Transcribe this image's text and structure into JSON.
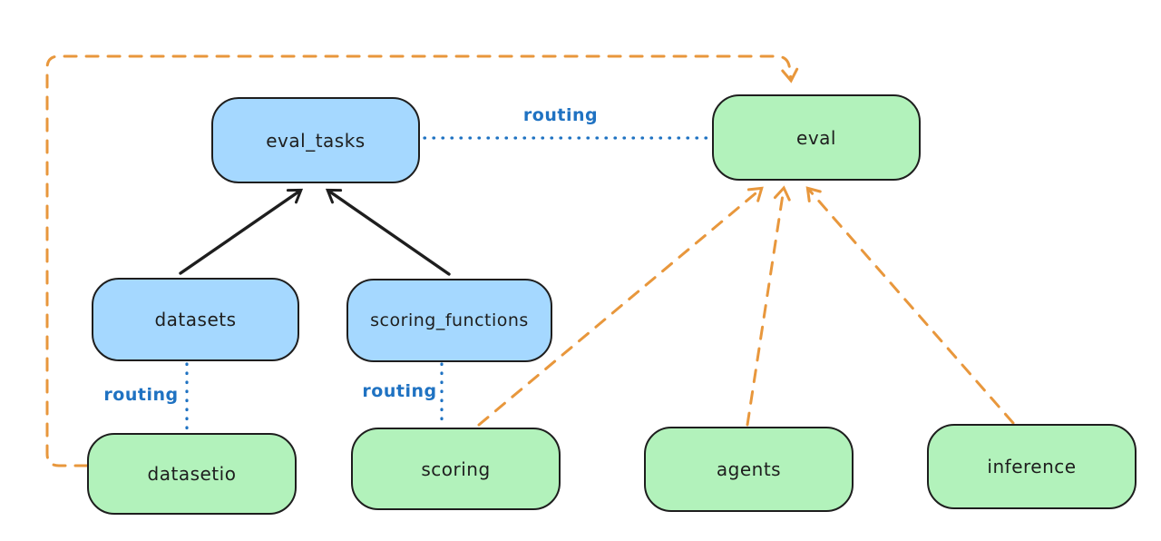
{
  "diagram": {
    "nodes": [
      {
        "id": "eval_tasks",
        "label": "eval_tasks",
        "fill": "#a5d8ff"
      },
      {
        "id": "eval",
        "label": "eval",
        "fill": "#b2f2bb"
      },
      {
        "id": "datasets",
        "label": "datasets",
        "fill": "#a5d8ff"
      },
      {
        "id": "scoring_functions",
        "label": "scoring_functions",
        "fill": "#a5d8ff"
      },
      {
        "id": "datasetio",
        "label": "datasetio",
        "fill": "#b2f2bb"
      },
      {
        "id": "scoring",
        "label": "scoring",
        "fill": "#b2f2bb"
      },
      {
        "id": "agents",
        "label": "agents",
        "fill": "#b2f2bb"
      },
      {
        "id": "inference",
        "label": "inference",
        "fill": "#b2f2bb"
      }
    ],
    "edges": [
      {
        "from": "datasets",
        "to": "eval_tasks",
        "style": "solid-black-arrow",
        "label": ""
      },
      {
        "from": "scoring_functions",
        "to": "eval_tasks",
        "style": "solid-black-arrow",
        "label": ""
      },
      {
        "from": "eval_tasks",
        "to": "eval",
        "style": "dotted-blue",
        "label": "routing"
      },
      {
        "from": "datasets",
        "to": "datasetio",
        "style": "dotted-blue",
        "label": "routing"
      },
      {
        "from": "scoring_functions",
        "to": "scoring",
        "style": "dotted-blue",
        "label": "routing"
      },
      {
        "from": "datasetio",
        "to": "eval",
        "style": "dashed-orange-arrow",
        "label": ""
      },
      {
        "from": "scoring",
        "to": "eval",
        "style": "dashed-orange-arrow",
        "label": ""
      },
      {
        "from": "agents",
        "to": "eval",
        "style": "dashed-orange-arrow",
        "label": ""
      },
      {
        "from": "inference",
        "to": "eval",
        "style": "dashed-orange-arrow",
        "label": ""
      }
    ],
    "routing_labels": [
      {
        "text": "routing"
      },
      {
        "text": "routing"
      },
      {
        "text": "routing"
      }
    ],
    "colors": {
      "blue_fill": "#a5d8ff",
      "green_fill": "#b2f2bb",
      "node_stroke": "#1e1e1e",
      "black_arrow": "#1e1e1e",
      "orange_dashed": "#e8973c",
      "routing_blue": "#1f72c2",
      "background": "#ffffff"
    }
  }
}
